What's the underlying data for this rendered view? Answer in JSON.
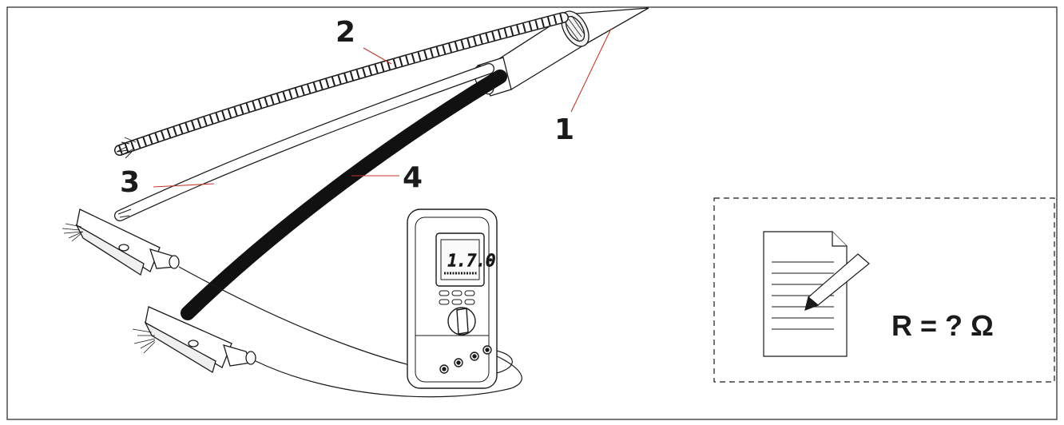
{
  "callouts": {
    "c1": "1",
    "c2": "2",
    "c3": "3",
    "c4": "4"
  },
  "multimeter": {
    "display_value": "1.7.0"
  },
  "result_box": {
    "formula": "R = ? Ω",
    "icon": "document-with-pencil-icon"
  },
  "colors": {
    "leader_line": "#c0392b",
    "ink": "#1a1a1a",
    "insulated_wire": "#111111"
  }
}
